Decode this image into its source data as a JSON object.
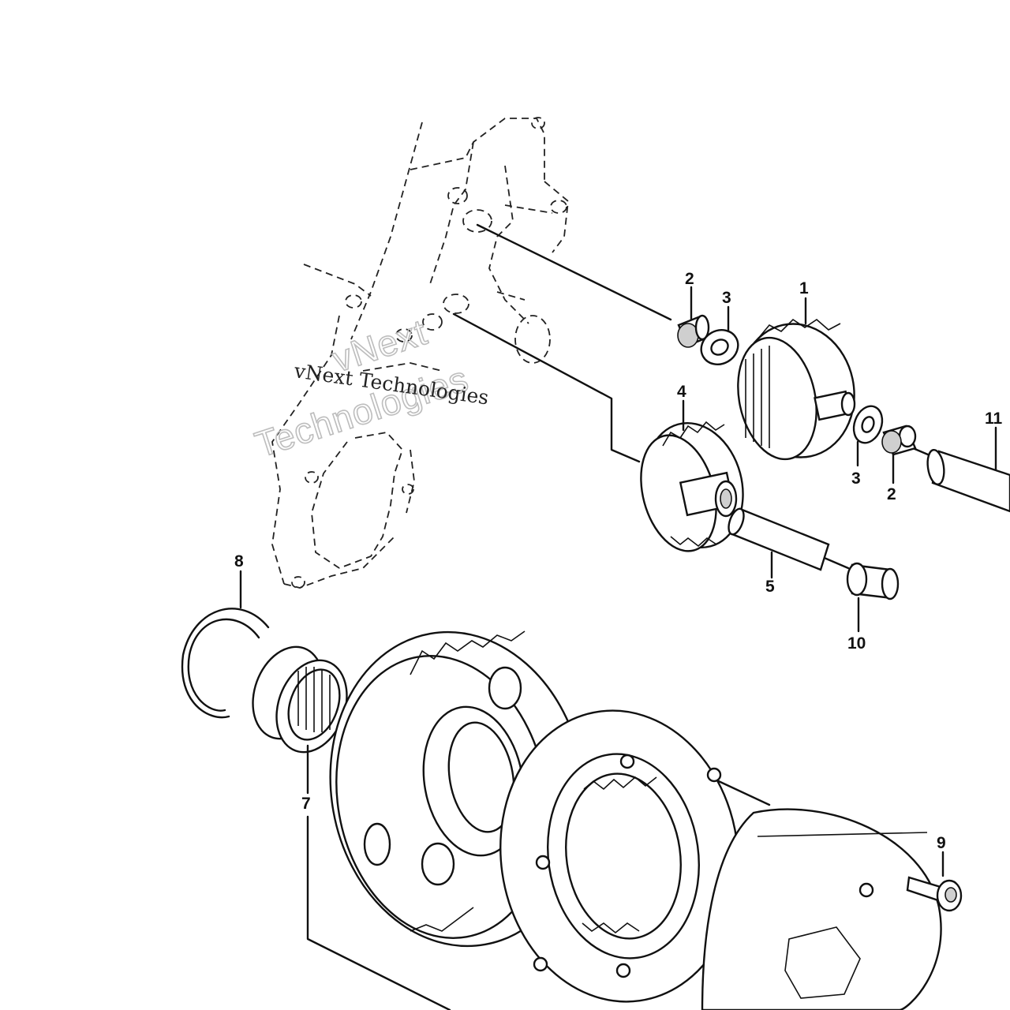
{
  "callouts": [
    {
      "id": "1",
      "label": "1"
    },
    {
      "id": "2a",
      "label": "2"
    },
    {
      "id": "3a",
      "label": "3"
    },
    {
      "id": "4",
      "label": "4"
    },
    {
      "id": "3b",
      "label": "3"
    },
    {
      "id": "2b",
      "label": "2"
    },
    {
      "id": "11",
      "label": "11"
    },
    {
      "id": "5",
      "label": "5"
    },
    {
      "id": "10",
      "label": "10"
    },
    {
      "id": "8",
      "label": "8"
    },
    {
      "id": "7",
      "label": "7"
    },
    {
      "id": "9",
      "label": "9"
    }
  ],
  "watermark": {
    "typed": "vNext Technologies",
    "outline_line1": "vNext",
    "outline_line2": "Technologies"
  },
  "colors": {
    "ink": "#111111",
    "background": "#ffffff",
    "watermark": "#bdbdbd"
  }
}
